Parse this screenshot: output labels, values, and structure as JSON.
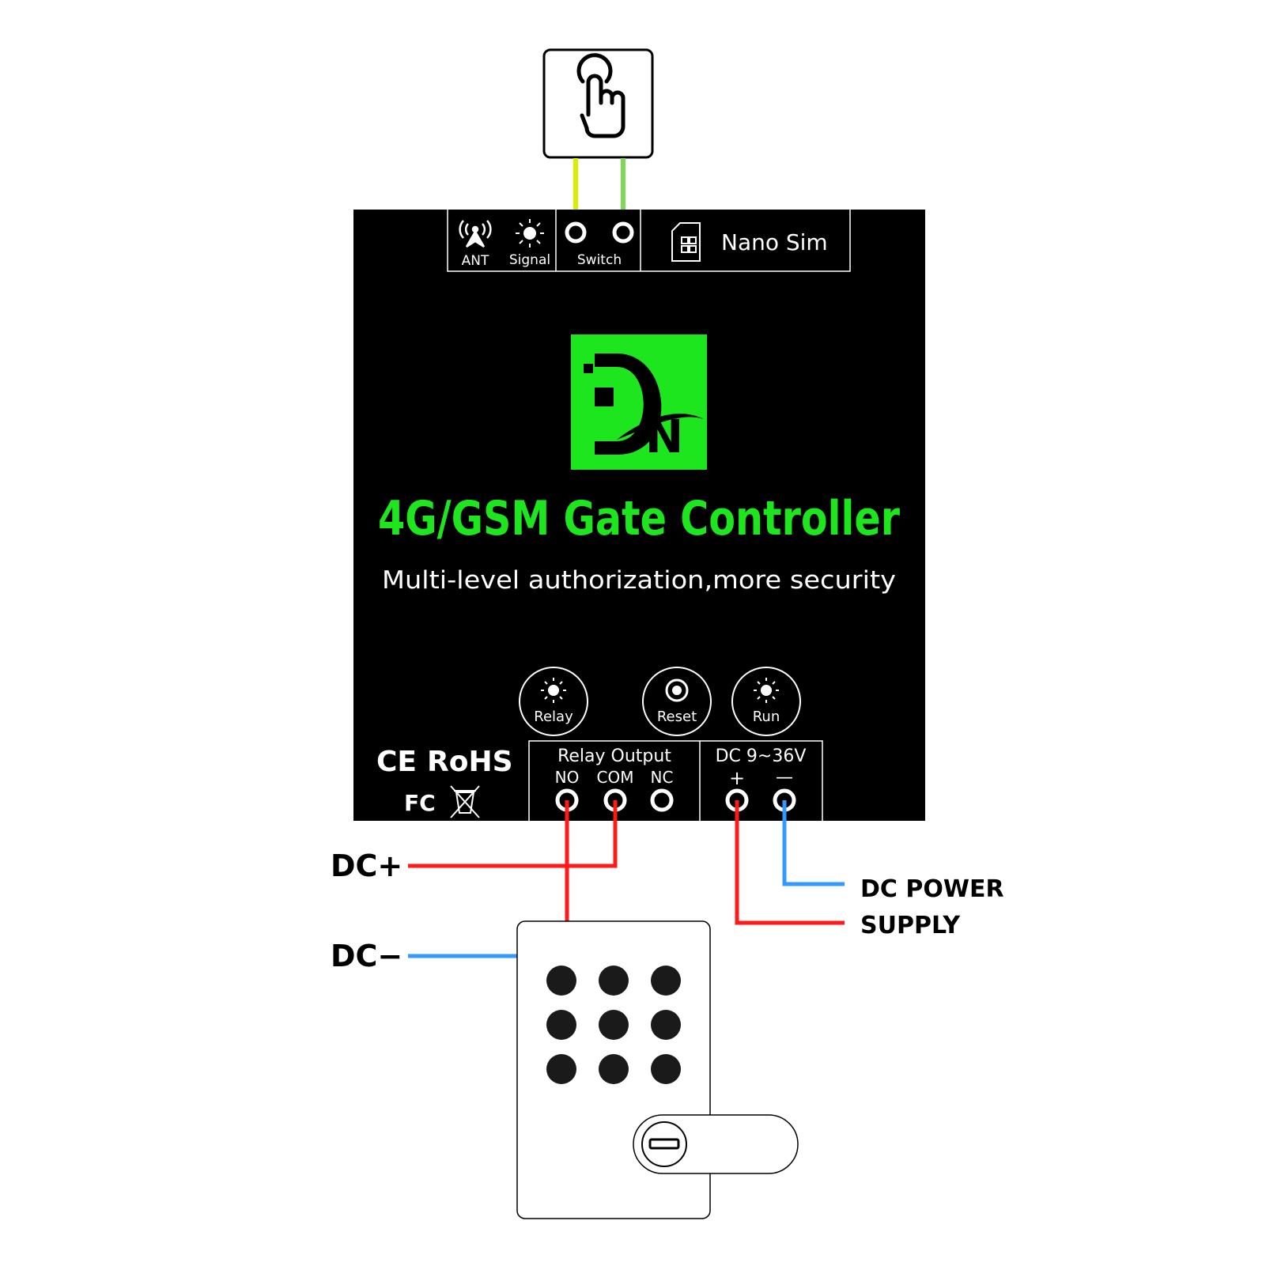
{
  "device": {
    "top_panel": {
      "ant_label": "ANT",
      "signal_label": "Signal",
      "switch_label": "Switch",
      "sim_label": "Nano Sim"
    },
    "logo_letters": "DN",
    "title": "4G/GSM Gate Controller",
    "subtitle": "Multi-level authorization,more security",
    "indicators": {
      "relay": "Relay",
      "reset": "Reset",
      "run": "Run"
    },
    "certifications": {
      "ce": "CE",
      "rohs": "RoHS",
      "fc": "FC"
    },
    "relay_output": {
      "title": "Relay Output",
      "no": "NO",
      "com": "COM",
      "nc": "NC"
    },
    "power_input": {
      "title": "DC 9~36V",
      "plus": "+",
      "minus": "—"
    }
  },
  "wiring": {
    "dc_plus": "DC+",
    "dc_minus": "DC−",
    "power_line1": "DC POWER",
    "power_line2": "SUPPLY"
  },
  "colors": {
    "device_body": "#000000",
    "accent_green": "#1ee61e",
    "switch_wire": "#d7f000",
    "positive_wire": "#ff1a1a",
    "negative_wire": "#3399ff"
  }
}
